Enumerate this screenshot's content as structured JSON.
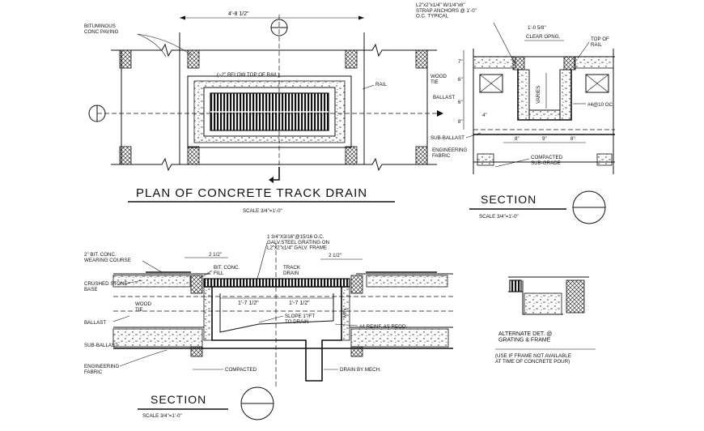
{
  "plan": {
    "title": "PLAN OF CONCRETE TRACK DRAIN",
    "scale": "SCALE 3/4\"=1'-0\"",
    "dim_width": "4'-8 1/2\"",
    "label_paving": "BITUMINOUS\nCONC PAVING",
    "label_below_rail": "(~2\" BELOW TOP OF RAIL)",
    "label_rail": "RAIL"
  },
  "section_right": {
    "title": "SECTION",
    "scale": "SCALE 3/4\"=1'-0\"",
    "label_anchors": "L2\"x2\"x1/4\" W/1/4\"x6\"\nSTRAP ANCHORS @ 1'-0\"\nO.C. TYPICAL",
    "dim_clear": "1'-0 5/8\"",
    "label_clear": "CLEAR OPNG.",
    "label_top_rail": "TOP OF\nRAIL",
    "label_wood_tie": "WOOD\nTIE",
    "label_ballast": "BALLAST",
    "label_varies": "VARIES",
    "label_rebar": "#4@10 OC",
    "label_4": "4\"",
    "label_sub_ballast": "SUB-BALLAST",
    "label_fabric": "ENGINEERING\nFABRIC",
    "dims_bottom": [
      "8\"",
      "9\"",
      "8\""
    ],
    "label_subgrade": "COMPACTED\nSUB-GRADE",
    "dims_left": [
      "7\"",
      "6\"",
      "6\"",
      "8\""
    ]
  },
  "section_left": {
    "title": "SECTION",
    "scale": "SCALE 3/4\"=1'-0\"",
    "label_wearing": "2\" BIT. CONC.\nWEARING COURSE",
    "label_stone": "CRUSHED STONE\nBASE",
    "label_wood_tie": "WOOD\nTIE",
    "label_ballast": "BALLAST",
    "label_sub_ballast": "SUB-BALLAST",
    "label_fabric": "ENGINEERING\nFABRIC",
    "label_compacted": "COMPACTED",
    "dim_21_2_a": "2 1/2\"",
    "dim_21_2_b": "2 1/2\"",
    "label_bit_fill": "BIT. CONC.\nFILL",
    "label_grating": "1 3/4\"X3/16\"@15/16 O.C.\nGALV.STEEL GRATING ON\nL2\"x2\"x1/4\" GALV. FRAME",
    "label_track_drain": "TRACK\nDRAIN",
    "dim_half_a": "1'-7 1/2\"",
    "dim_half_b": "1'-7 1/2\"",
    "label_slope": "SLOPE 1\"/FT\nTO DRAIN",
    "label_reinf": "#4 REINF. AS REQD.",
    "label_min": "MIN.",
    "label_drain_mech": "DRAIN BY MECH."
  },
  "alternate": {
    "title": "ALTERNATE DET. @\nGRATING & FRAME",
    "note": "(USE IF FRAME NOT AVAILABLE\nAT TIME OF CONCRETE POUR)"
  }
}
